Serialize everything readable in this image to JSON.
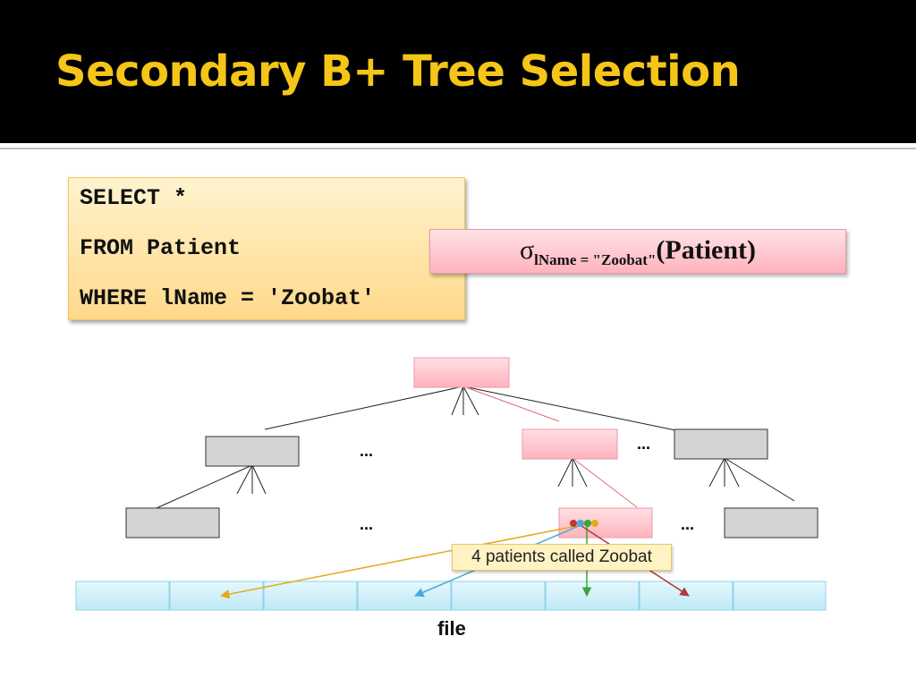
{
  "slide": {
    "title": "Secondary B+ Tree Selection"
  },
  "sql": {
    "lines": [
      "SELECT *",
      "FROM Patient",
      "WHERE lName = 'Zoobat'"
    ]
  },
  "algebra": {
    "sigma": "σ",
    "predicate": "lName = \"Zoobat\"",
    "relation": "(Patient)"
  },
  "tree": {
    "ellipsis": "...",
    "leaf_pointer_colors": [
      "#c0392b",
      "#4aa8d8",
      "#3aa63a",
      "#e6a817"
    ]
  },
  "callout": "4 patients called Zoobat",
  "file_label": "file",
  "colors": {
    "title": "#f5c518",
    "pink_node": "#ffb3bd",
    "gray_node": "#d4d4d4",
    "file_block": "#c8eef8"
  }
}
